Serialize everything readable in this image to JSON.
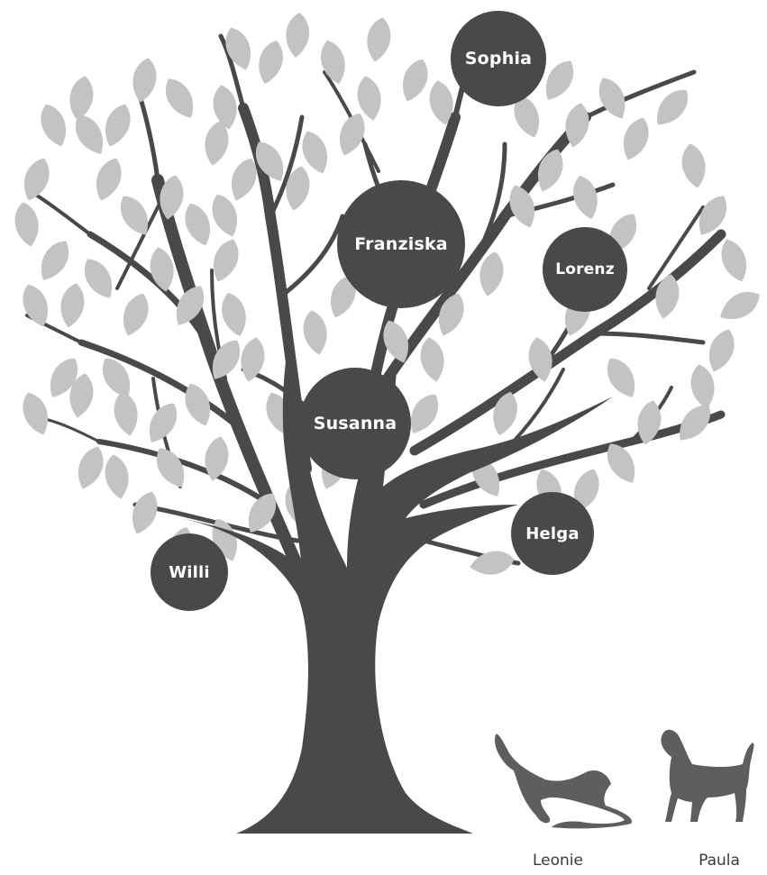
{
  "colors": {
    "trunk": "#4a4848",
    "leaf": "#c3c3c3",
    "badge": "#4a4848",
    "badge_text": "#ffffff",
    "dog": "#5f5e5e",
    "label_text": "#3b3b3b"
  },
  "family": {
    "sophia": "Sophia",
    "franziska": "Franziska",
    "lorenz": "Lorenz",
    "susanna": "Susanna",
    "helga": "Helga",
    "willi": "Willi"
  },
  "pets": {
    "leonie": "Leonie",
    "paula": "Paula"
  },
  "icons": [
    "tree-illustration",
    "leaf-icon",
    "dog-stretching-icon",
    "dog-standing-icon"
  ]
}
